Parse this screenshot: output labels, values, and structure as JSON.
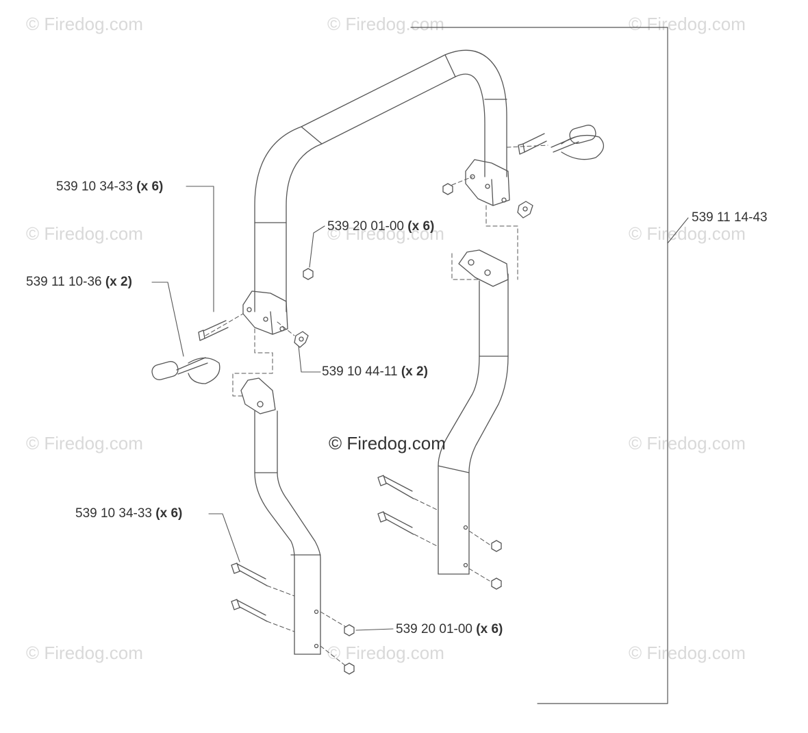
{
  "watermarks": {
    "text": "© Firedog.com",
    "center": "© Firedog.com"
  },
  "callouts": {
    "bolt_upper": {
      "part": "539 10 34-33",
      "qty": "(x 6)"
    },
    "nut_upper": {
      "part": "539 20 01-00",
      "qty": "(x 6)"
    },
    "pin": {
      "part": "539 11 10-36",
      "qty": "(x 2)"
    },
    "knob": {
      "part": "539 10 44-11",
      "qty": "(x 2)"
    },
    "bolt_lower": {
      "part": "539 10 34-33",
      "qty": "(x 6)"
    },
    "nut_lower": {
      "part": "539 20 01-00",
      "qty": "(x 6)"
    },
    "assembly": {
      "part": "539 11 14-43"
    }
  },
  "colors": {
    "line": "#555555",
    "watermark": "#d9d9d9"
  }
}
